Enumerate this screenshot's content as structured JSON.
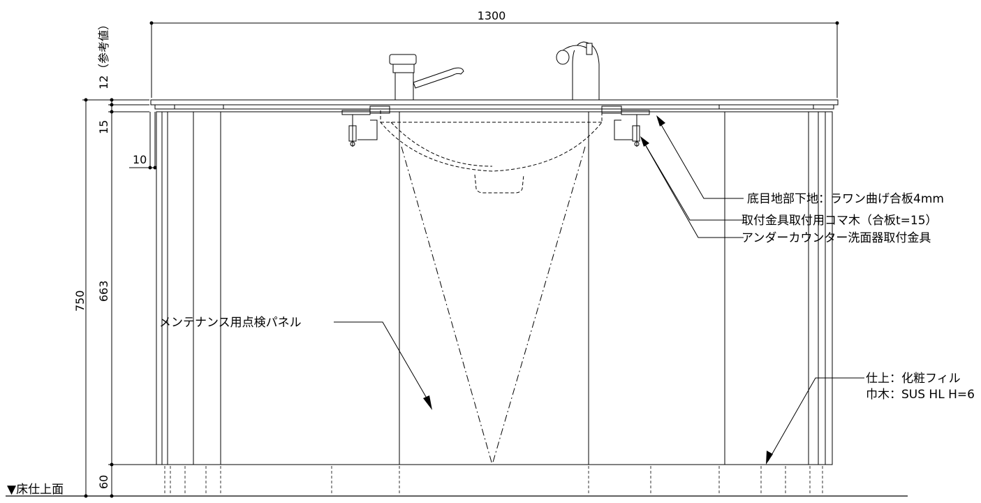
{
  "dimensions": {
    "width_total": "1300",
    "top_thickness": "12",
    "top_thickness_note": "（参考値）",
    "gap_15": "15",
    "offset_10": "10",
    "cabinet_height": "663",
    "total_height": "750",
    "plinth": "60"
  },
  "annotations": {
    "base_joint": "底目地部下地：ラワン曲げ合板4mm",
    "fixing_block": "取付金具取付用コマ木（合板t=15）",
    "sink_bracket": "アンダーカウンター洗面器取付金具",
    "inspection_panel": "メンテナンス用点検パネル",
    "finish_1": "仕上：化粧フィル",
    "finish_2": "巾木：SUS HL H=6"
  },
  "floor_label": "▼床仕上面"
}
